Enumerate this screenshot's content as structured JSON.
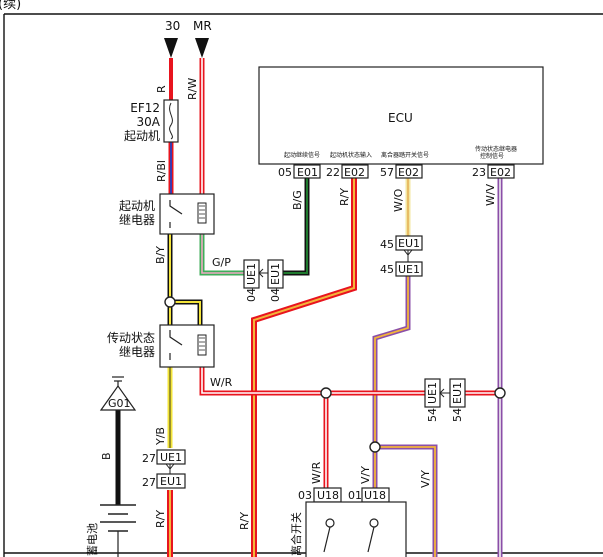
{
  "header_fragment": "(续)",
  "supply": {
    "left_label": "30",
    "right_label": "MR"
  },
  "wire_labels": {
    "r": "R",
    "rw": "R/W",
    "rbl": "R/Bl",
    "by": "B/Y",
    "gp": "G/P",
    "bg": "B/G",
    "ry": "R/Y",
    "wo": "W/O",
    "wv": "W/V",
    "wr": "W/R",
    "yb": "Y/B",
    "ry_lower": "R/Y",
    "ry_mid": "R/Y",
    "b": "B",
    "wr_lower": "W/R",
    "vy": "V/Y",
    "vy_right": "V/Y"
  },
  "fuse": {
    "name": "EF12",
    "rating": "30A",
    "desc": "起动机"
  },
  "starter_relay": {
    "line1": "起动机",
    "line2": "继电器"
  },
  "trans_relay": {
    "line1": "传动状态",
    "line2": "继电器"
  },
  "ecu": {
    "title": "ECU",
    "sig1": "起动继续信号",
    "sig2": "起动机状态输入",
    "sig3": "离合器踏开关信号",
    "sig4a": "传动状态继电器",
    "sig4b": "控制信号",
    "pins": [
      {
        "num": "05",
        "conn": "E01"
      },
      {
        "num": "22",
        "conn": "E02"
      },
      {
        "num": "57",
        "conn": "E02"
      },
      {
        "num": "23",
        "conn": "E02"
      }
    ]
  },
  "connectors": {
    "ue1_a": "UE1",
    "eu1_a": "EU1",
    "num04a": "04",
    "num04b": "04",
    "eu1_b": "EU1",
    "ue1_b": "UE1",
    "num45a": "45",
    "num45b": "45",
    "ue1_c": "UE1",
    "eu1_c": "EU1",
    "num54a": "54",
    "num54b": "54",
    "ue1_d": "UE1",
    "eu1_d": "EU1",
    "num27a": "27",
    "num27b": "27",
    "u18_a": "U18",
    "u18_b": "U18",
    "num03": "03",
    "num01": "01"
  },
  "ground": {
    "label": "G01"
  },
  "battery": {
    "label": "蓄电池"
  },
  "switch": {
    "label": "离合开关"
  }
}
